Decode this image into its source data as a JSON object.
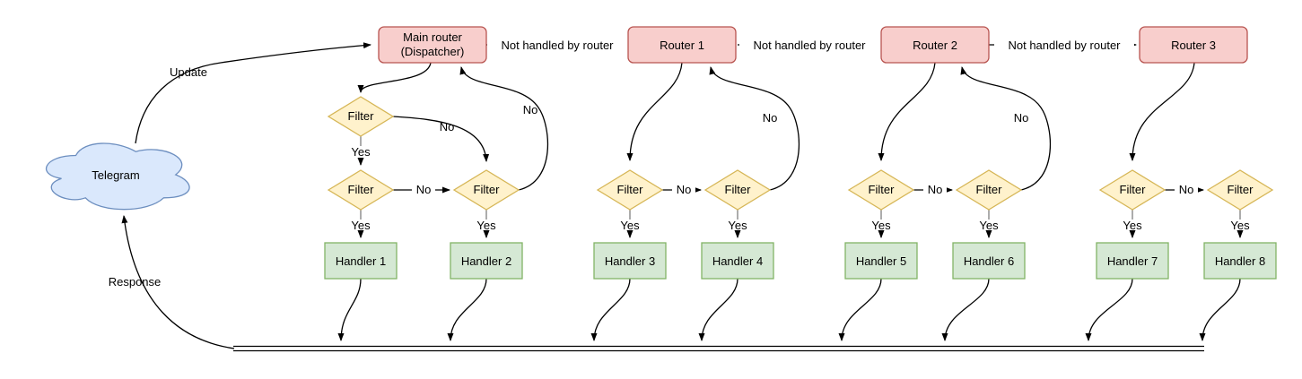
{
  "diagram": {
    "cloud": {
      "label": "Telegram"
    },
    "main_router": {
      "line1": "Main router",
      "line2": "(Dispatcher)"
    },
    "routers": [
      {
        "label": "Router 1"
      },
      {
        "label": "Router 2"
      },
      {
        "label": "Router 3"
      }
    ],
    "filter_label": "Filter",
    "handlers": [
      {
        "label": "Handler 1"
      },
      {
        "label": "Handler 2"
      },
      {
        "label": "Handler 3"
      },
      {
        "label": "Handler 4"
      },
      {
        "label": "Handler 5"
      },
      {
        "label": "Handler 6"
      },
      {
        "label": "Handler 7"
      },
      {
        "label": "Handler 8"
      }
    ],
    "edge_labels": {
      "update": "Update",
      "response": "Response",
      "not_handled": "Not handled by router",
      "yes": "Yes",
      "no": "No"
    },
    "colors": {
      "background": "#ffffff",
      "edge": "#000000",
      "stub": "#808080",
      "router_fill": "#f8cecc",
      "router_stroke": "#b85450",
      "filter_fill": "#fff2cc",
      "filter_stroke": "#d6b656",
      "handler_fill": "#d5e8d4",
      "handler_stroke": "#82b366",
      "cloud_fill": "#dae8fc",
      "cloud_stroke": "#6c8ebf"
    }
  }
}
